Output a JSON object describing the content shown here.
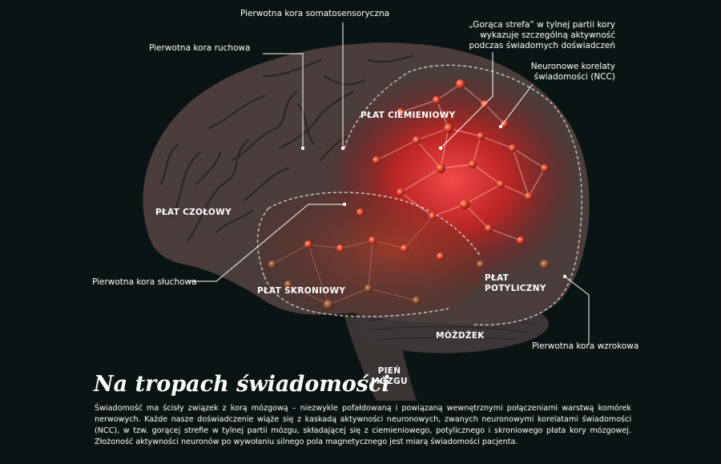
{
  "labels": {
    "somatosensory": "Pierwotna kora somatosensoryczna",
    "motor": "Pierwotna kora ruchowa",
    "hotzone": "„Gorąca strefa” w tylnej partii kory wykazuje szczególną aktywność podczas świadomych doświadczeń",
    "ncc": "Neuronowe korelaty świadomości (NCC)",
    "auditory": "Pierwotna kora słuchowa",
    "visual": "Pierwotna kora wzrokowa"
  },
  "lobes": {
    "parietal": "PŁAT CIEMIENIOWY",
    "frontal": "PŁAT CZOŁOWY",
    "temporal": "PŁAT SKRONIOWY",
    "occipital": "PŁAT POTYLICZNY",
    "cerebellum": "MÓŻDŻEK",
    "brainstem": "PIEŃ MÓZGU"
  },
  "article": {
    "title": "Na tropach świadomości",
    "body": "Świadomość ma ścisły związek z korą mózgową – niezwykle pofałdowaną i powiązaną wewnętrznymi połączeniami warstwą komórek nerwowych. Każde nasze doświadczenie wiąże się z kaskadą aktywności neuronowych, zwanych neuronowymi korelatami świadomości (NCC), w tzw. gorącej strefie w tylnej partii mózgu, składającej się z ciemieniowego, potylicznego i skroniowego płata kory mózgowej. Złożoność aktywności neuronów po wywołaniu silnego pola magnetycznego jest miarą świadomości pacjenta."
  },
  "colors": {
    "background": "#0b1414",
    "cortex": "#4a3d3b",
    "hotzone": "#ff2a2a",
    "neuron": "#e8553a",
    "text": "#ffffff"
  }
}
